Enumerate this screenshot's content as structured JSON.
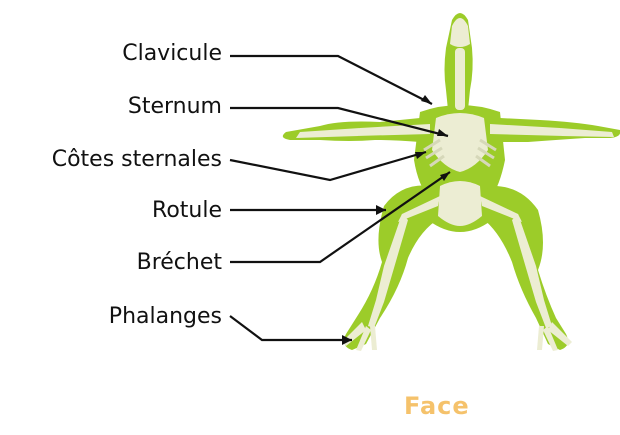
{
  "labels": {
    "clavicule": "Clavicule",
    "sternum": "Sternum",
    "cotes": "Côtes sternales",
    "rotule": "Rotule",
    "brechet": "Bréchet",
    "phalanges": "Phalanges"
  },
  "caption": "Face",
  "colors": {
    "body": "#9ccc29",
    "bone": "#ecedd3",
    "bone_shade": "#d6d8b9",
    "leader": "#111111",
    "caption": "#f5c26b"
  }
}
